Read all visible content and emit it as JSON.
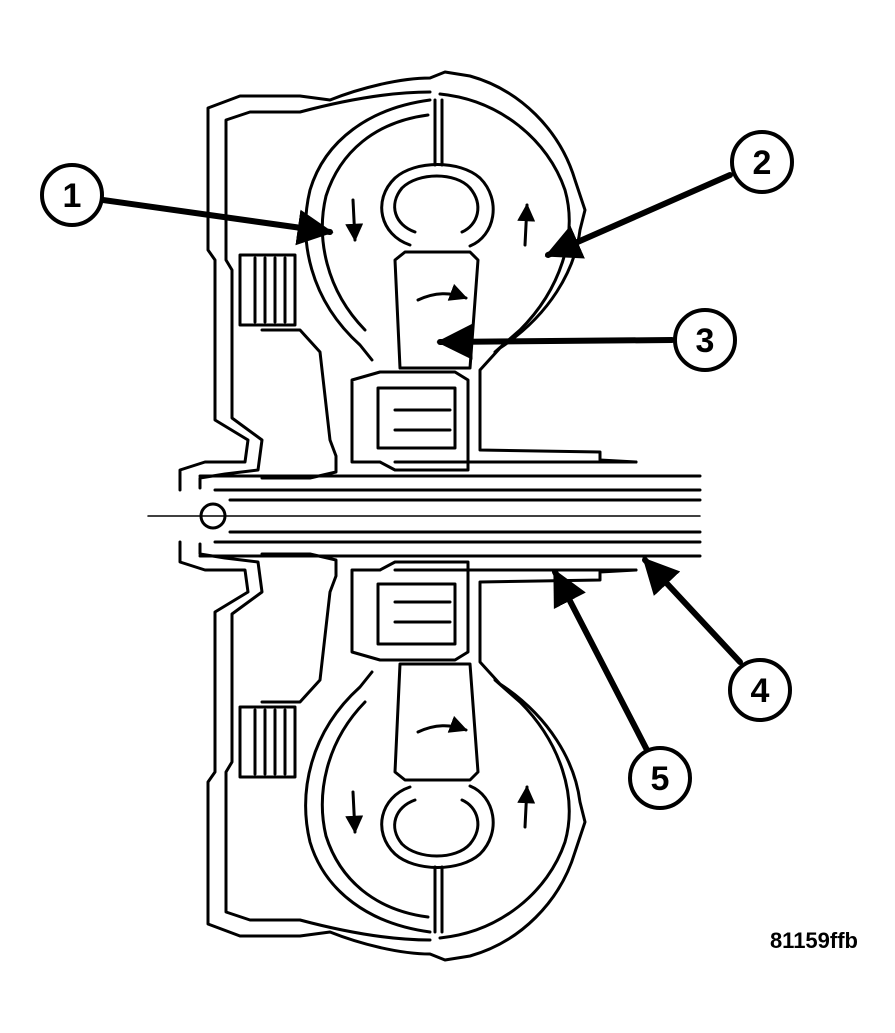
{
  "figure": {
    "id_label": "81159ffb",
    "ink_color": "#000000",
    "paper_color": "#ffffff"
  },
  "callouts": [
    {
      "number": "1"
    },
    {
      "number": "2"
    },
    {
      "number": "3"
    },
    {
      "number": "4"
    },
    {
      "number": "5"
    }
  ]
}
